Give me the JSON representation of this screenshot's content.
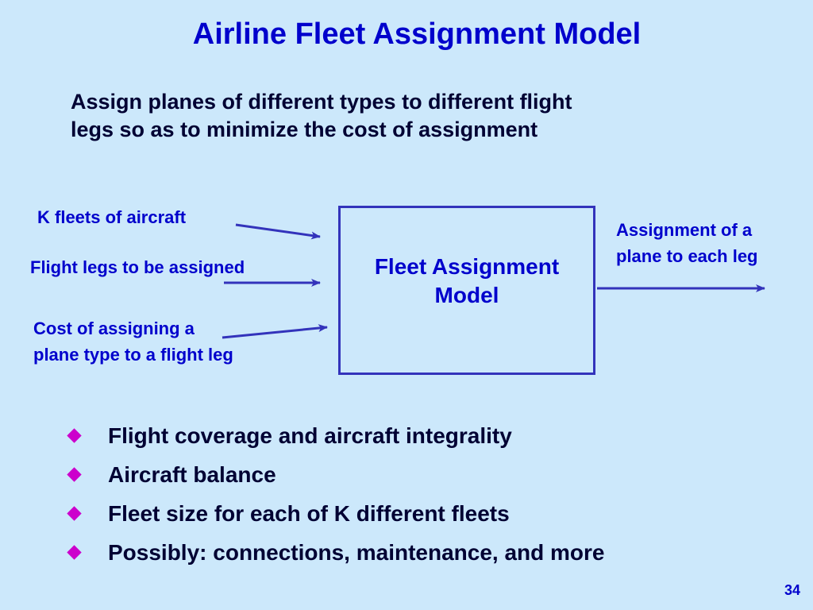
{
  "slide": {
    "title": "Airline Fleet Assignment Model",
    "subtitle_line1": "Assign planes of different types to different flight",
    "subtitle_line2": "legs so as to minimize the cost of assignment",
    "page_number": "34"
  },
  "diagram": {
    "box_label_line1": "Fleet Assignment",
    "box_label_line2": "Model",
    "inputs": {
      "fleets": "K fleets of aircraft",
      "legs": "Flight legs to be assigned",
      "cost_line1": "Cost of assigning a",
      "cost_line2": "plane type to a flight leg"
    },
    "output": {
      "line1": "Assignment of a",
      "line2": "plane to each leg"
    }
  },
  "bullets": [
    "Flight coverage and aircraft integrality",
    "Aircraft balance",
    "Fleet size for each of K different fleets",
    "Possibly: connections, maintenance, and more"
  ],
  "colors": {
    "background": "#CCE8FB",
    "title": "#0000CC",
    "body_text": "#000033",
    "arrow": "#3333BB",
    "bullet": "#CC00CC"
  }
}
